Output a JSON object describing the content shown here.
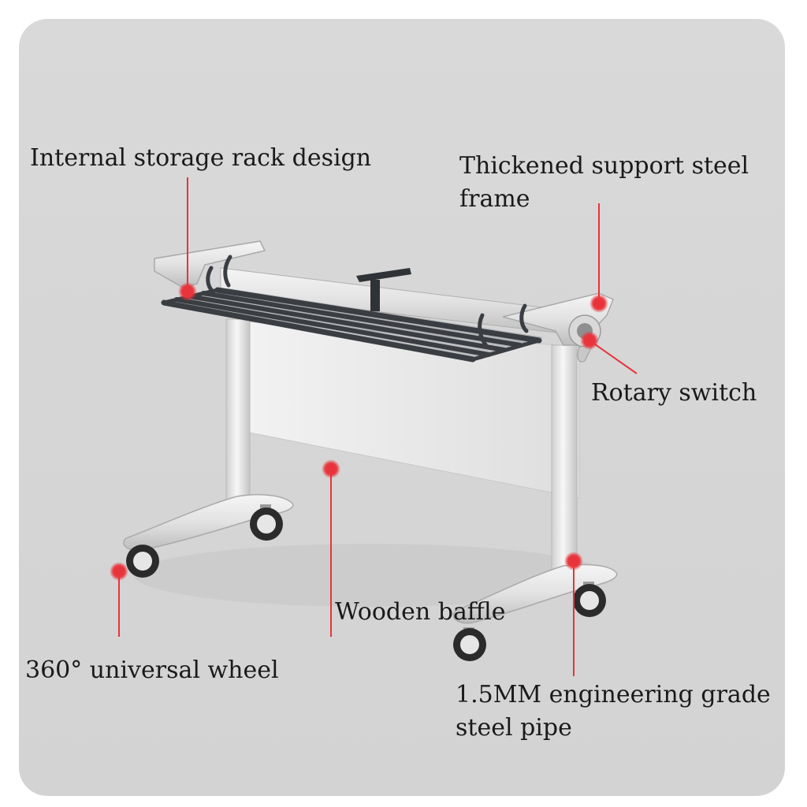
{
  "labels": {
    "storage_rack": "Internal storage rack design",
    "steel_frame_line1": "Thickened support steel",
    "steel_frame_line2": "frame",
    "rotary_switch": "Rotary switch",
    "wooden_baffle": "Wooden baffle",
    "universal_wheel": "360° universal wheel",
    "steel_pipe_line1": "1.5MM engineering grade",
    "steel_pipe_line2": "steel pipe"
  },
  "colors": {
    "background_card": "#d6d6d6",
    "callout_red": "#e8333a",
    "label_text": "#1a1a1a",
    "frame_white": "#ececec",
    "rack_dark": "#3a3d42"
  }
}
